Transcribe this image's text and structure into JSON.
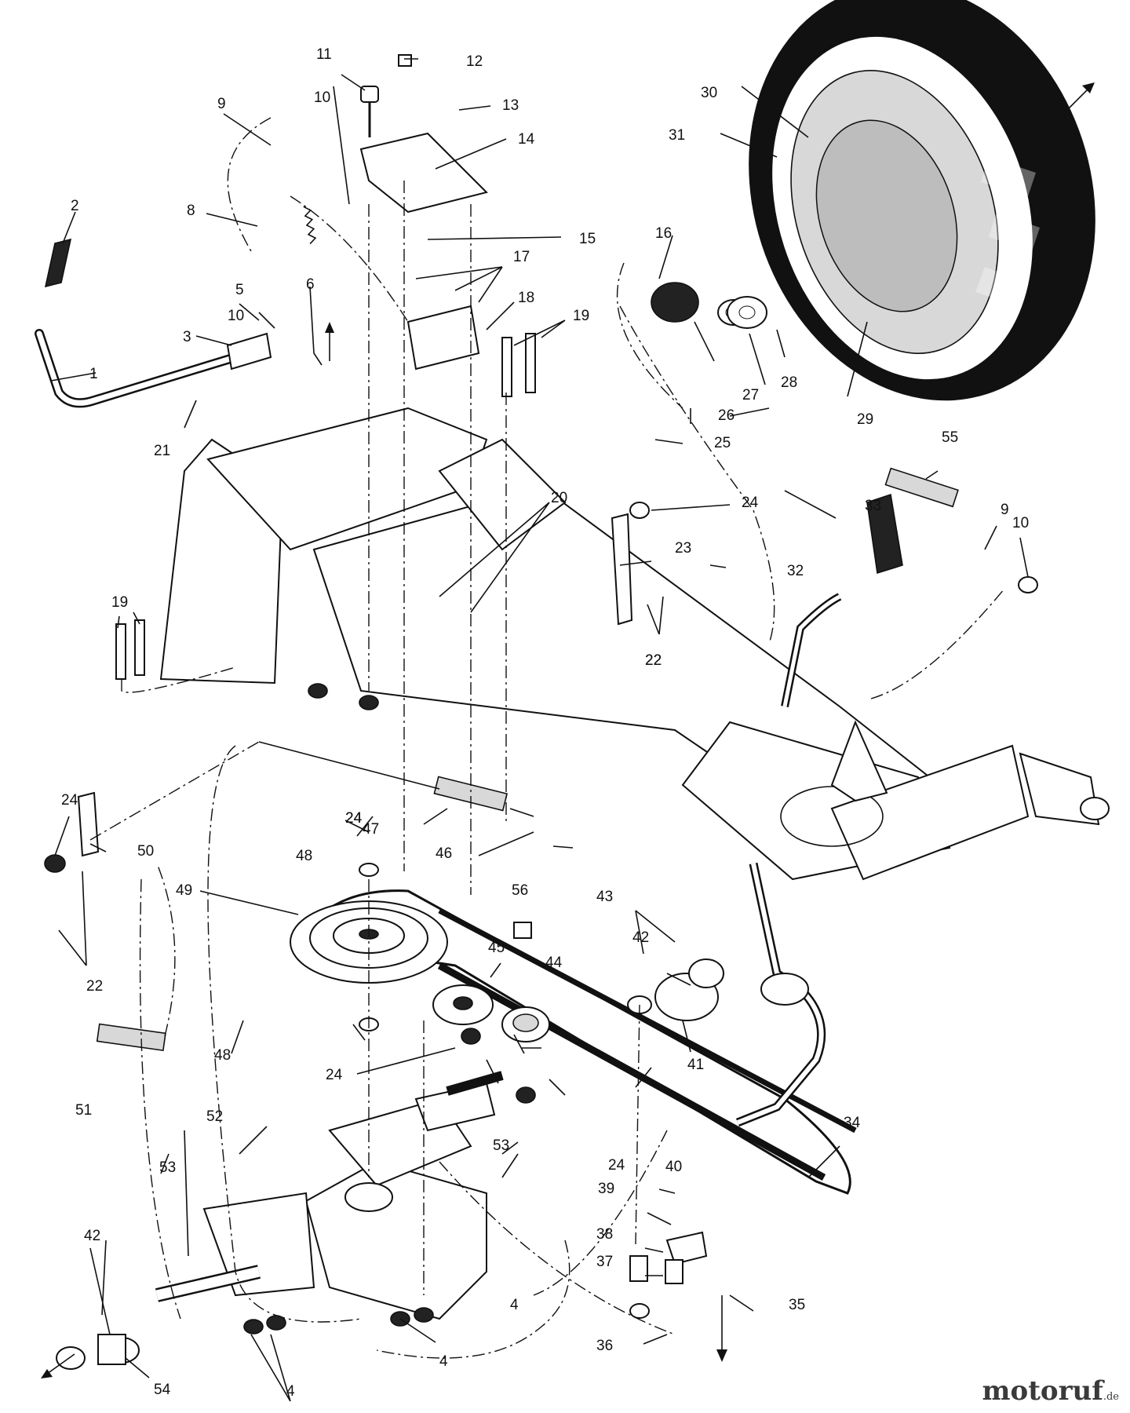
{
  "watermark": {
    "brand": "motoruf",
    "suffix": ".de"
  },
  "callouts": [
    "1",
    "2",
    "3",
    "4",
    "4",
    "4",
    "5",
    "6",
    "8",
    "9",
    "9",
    "10",
    "10",
    "10",
    "11",
    "12",
    "13",
    "14",
    "15",
    "16",
    "17",
    "18",
    "19",
    "19",
    "20",
    "21",
    "22",
    "22",
    "22",
    "23",
    "24",
    "24",
    "24",
    "24",
    "24",
    "24",
    "25",
    "26",
    "27",
    "28",
    "29",
    "30",
    "31",
    "32",
    "33",
    "34",
    "35",
    "36",
    "37",
    "38",
    "39",
    "40",
    "41",
    "42",
    "42",
    "43",
    "44",
    "45",
    "46",
    "47",
    "48",
    "48",
    "49",
    "50",
    "51",
    "52",
    "53",
    "53",
    "54",
    "55",
    "56"
  ]
}
